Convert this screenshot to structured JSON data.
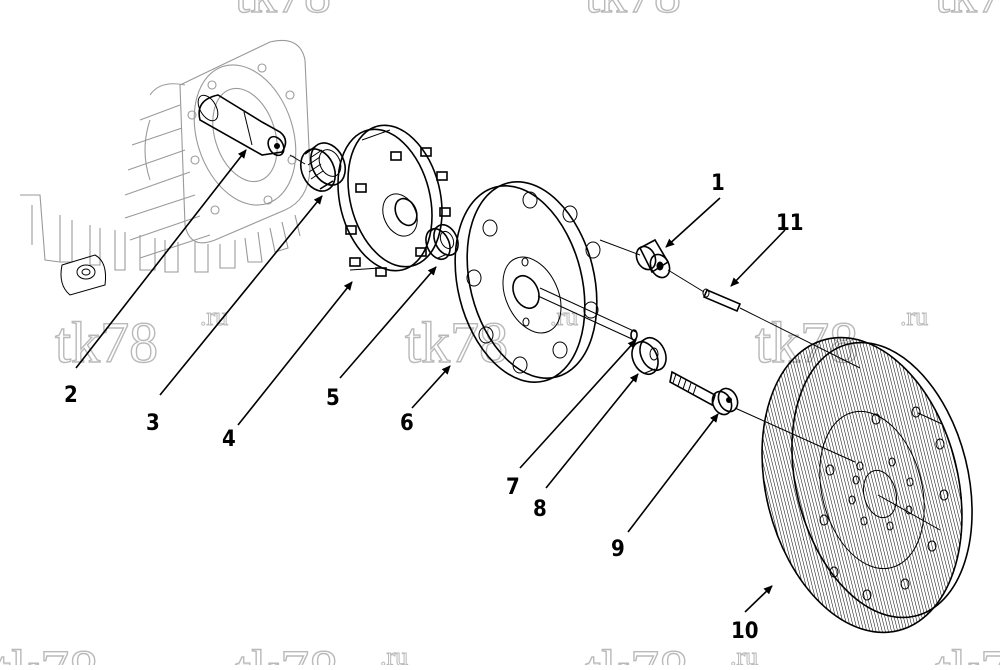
{
  "watermarks": {
    "main": "tk78",
    "suffix": ".ru"
  },
  "callouts": [
    {
      "id": "1",
      "label": "1"
    },
    {
      "id": "2",
      "label": "2"
    },
    {
      "id": "3",
      "label": "3"
    },
    {
      "id": "4",
      "label": "4"
    },
    {
      "id": "5",
      "label": "5"
    },
    {
      "id": "6",
      "label": "6"
    },
    {
      "id": "7",
      "label": "7"
    },
    {
      "id": "8",
      "label": "8"
    },
    {
      "id": "9",
      "label": "9"
    },
    {
      "id": "10",
      "label": "10"
    },
    {
      "id": "11",
      "label": "11"
    }
  ],
  "colors": {
    "line": "#000000",
    "engine_outline": "#9a9a9a",
    "watermark": "#b9b9b9",
    "background": "#ffffff"
  }
}
